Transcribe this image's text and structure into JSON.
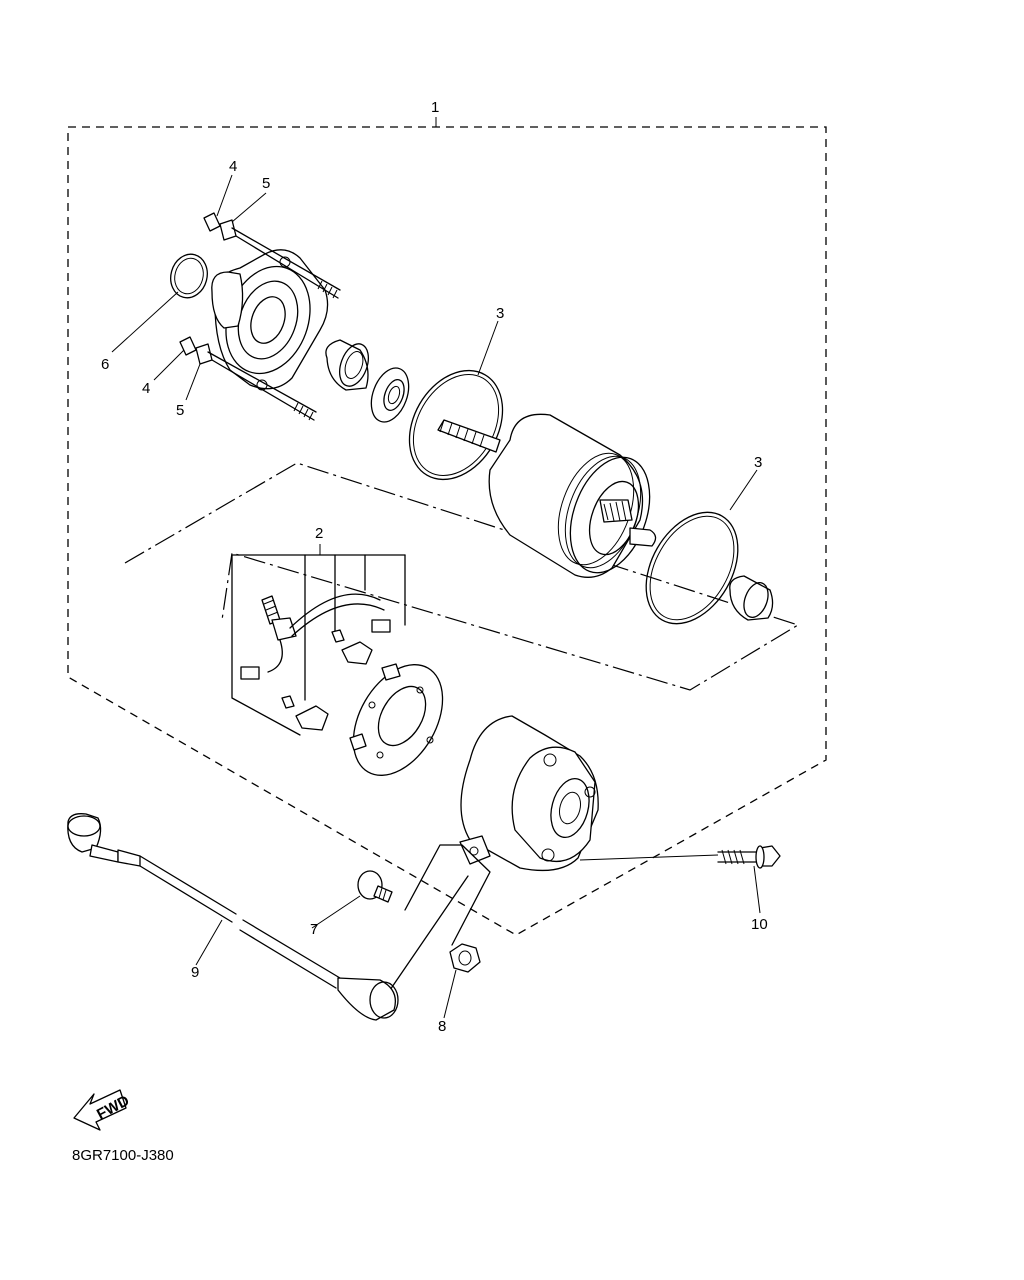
{
  "callouts": [
    {
      "id": "c1",
      "text": "1"
    },
    {
      "id": "c2",
      "text": "2"
    },
    {
      "id": "c3a",
      "text": "3"
    },
    {
      "id": "c3b",
      "text": "3"
    },
    {
      "id": "c4a",
      "text": "4"
    },
    {
      "id": "c4b",
      "text": "4"
    },
    {
      "id": "c5a",
      "text": "5"
    },
    {
      "id": "c5b",
      "text": "5"
    },
    {
      "id": "c6",
      "text": "6"
    },
    {
      "id": "c7",
      "text": "7"
    },
    {
      "id": "c8",
      "text": "8"
    },
    {
      "id": "c9",
      "text": "9"
    },
    {
      "id": "c10",
      "text": "10"
    }
  ],
  "fwd_label": "FWD",
  "diagram_code": "8GR7100-J380"
}
